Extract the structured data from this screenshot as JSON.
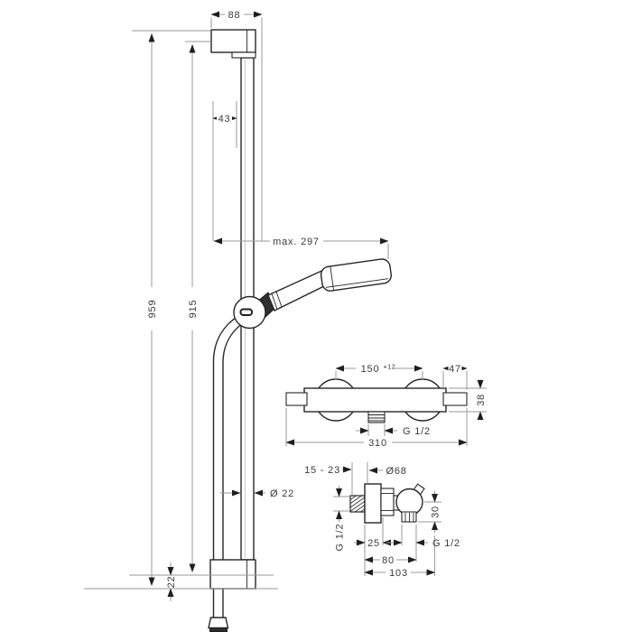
{
  "title": "shower-set-technical-drawing",
  "colors": {
    "line": "#262626",
    "dimension": "#9a9a9a",
    "text": "#3a3a3a",
    "background": "#ffffff"
  },
  "labels": {
    "width_top": "88",
    "offset_top": "43",
    "max_reach": "max. 297",
    "height_total": "959",
    "height_rail": "915",
    "rail_diameter": "Ø 22",
    "offset_bottom": "22",
    "vf_spacing": "150",
    "vf_spacing_tol": "+12",
    "vf_escutcheon": "47",
    "vf_height": "38",
    "vf_outlet": "G 1/2",
    "vf_width": "310",
    "vs_wall": "15 - 23",
    "vs_plate_dia": "Ø68",
    "vs_inlet": "G 1/2",
    "vs_offset": "30",
    "vs_plate_depth": "25",
    "vs_outlet": "G 1/2",
    "vs_body": "80",
    "vs_total": "103"
  }
}
